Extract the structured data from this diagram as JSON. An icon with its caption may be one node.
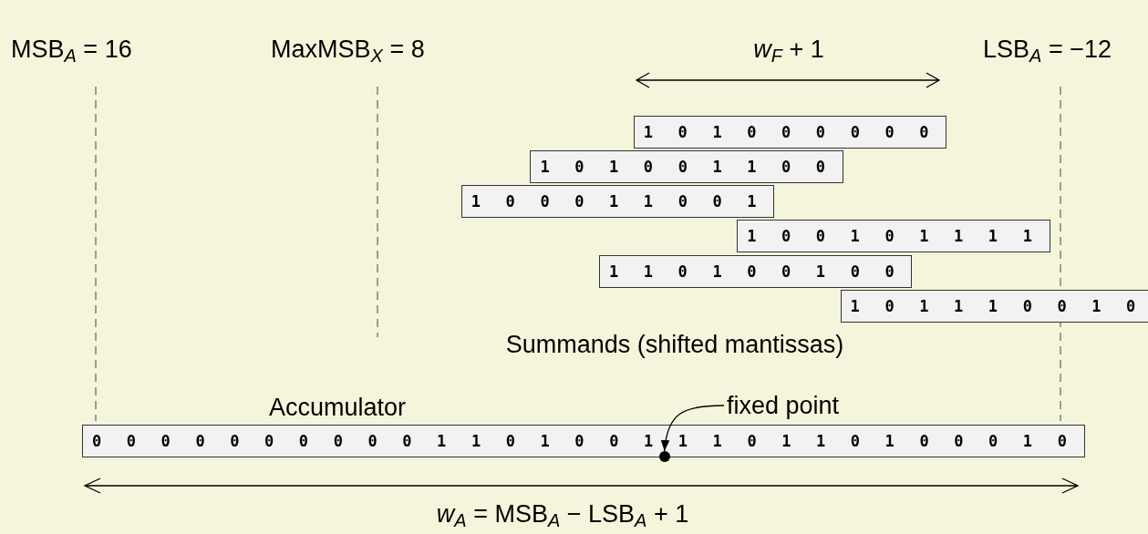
{
  "diagram": {
    "nodes": [
      {
        "text": [
          "1 0 1 0 0 0 0 0 0"
        ]
      },
      {
        "text": [
          "1 0 1 0 0 1 1 0 0"
        ]
      },
      {
        "text": [
          "1 0 0 0 1 1 0 0 1"
        ]
      },
      {
        "text": [
          "1 0 0 1 0 1 1 1 1"
        ]
      },
      {
        "text": [
          "1 1 0 1 0 0 1 0 0"
        ]
      },
      {
        "text": [
          "1 0 1 1 1 0 0 1 0"
        ]
      },
      {
        "text": [
          "fixed point"
        ]
      },
      {
        "text": [
          "Accumulator",
          "0 0 0 0 0 0 0 0 0 0 1 1 0 1 0 0 1 1 1 0 1 1 0 1 0 0 0 1 0"
        ]
      },
      {
        "text": [],
        "shape": "circle"
      }
    ],
    "edges": [
      {
        "from": 6,
        "to": 8,
        "arrow": "to"
      }
    ],
    "labels": [
      "MSB$_{A}$ = 16",
      "MaxMSB$_{X}$ = 8",
      "*w*$_{F}$ + 1",
      "LSB$_{A}$ = −12",
      "Summands (shifted mantissas)",
      "*w*$_{A}$ = MSB$_{A}$ − LSB$_{A}$ + 1"
    ]
  }
}
